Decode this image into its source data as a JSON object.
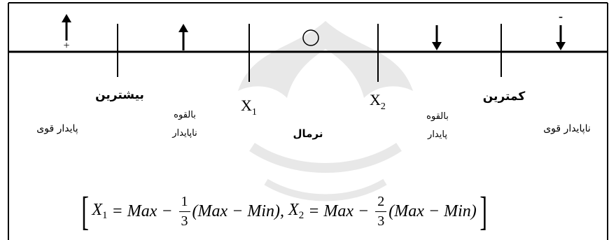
{
  "markers": {
    "left_strong_sign": "+",
    "right_strong_sign": "-"
  },
  "labels": {
    "highest": "بیشترین",
    "lowest": "کمترین",
    "x1_main": "X",
    "x1_sub": "1",
    "x2_main": "X",
    "x2_sub": "2",
    "strong_stable": "پایدار قوی",
    "potential_unstable_1": "بالقوه",
    "potential_unstable_2": "ناپایدار",
    "normal": "نرمال",
    "potential_stable_1": "بالقوه",
    "potential_stable_2": "پایدار",
    "strong_unstable": "ناپایدار قوی"
  },
  "formula": {
    "x1": "X",
    "x1_sub": "1",
    "eq1_a": " = Max − ",
    "frac1_num": "1",
    "frac1_den": "3",
    "eq1_b": "(Max − Min), ",
    "x2": "X",
    "x2_sub": "2",
    "eq2_a": " = Max − ",
    "frac2_num": "2",
    "frac2_den": "3",
    "eq2_b": "(Max − Min)"
  }
}
